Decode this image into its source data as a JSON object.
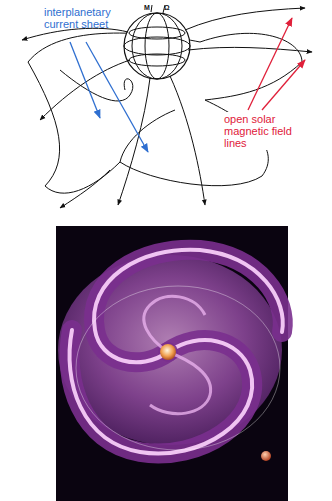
{
  "diagram": {
    "labels": [
      "interplanetary current sheet",
      "open solar magnetic field lines",
      "M",
      "Ω"
    ]
  }
}
